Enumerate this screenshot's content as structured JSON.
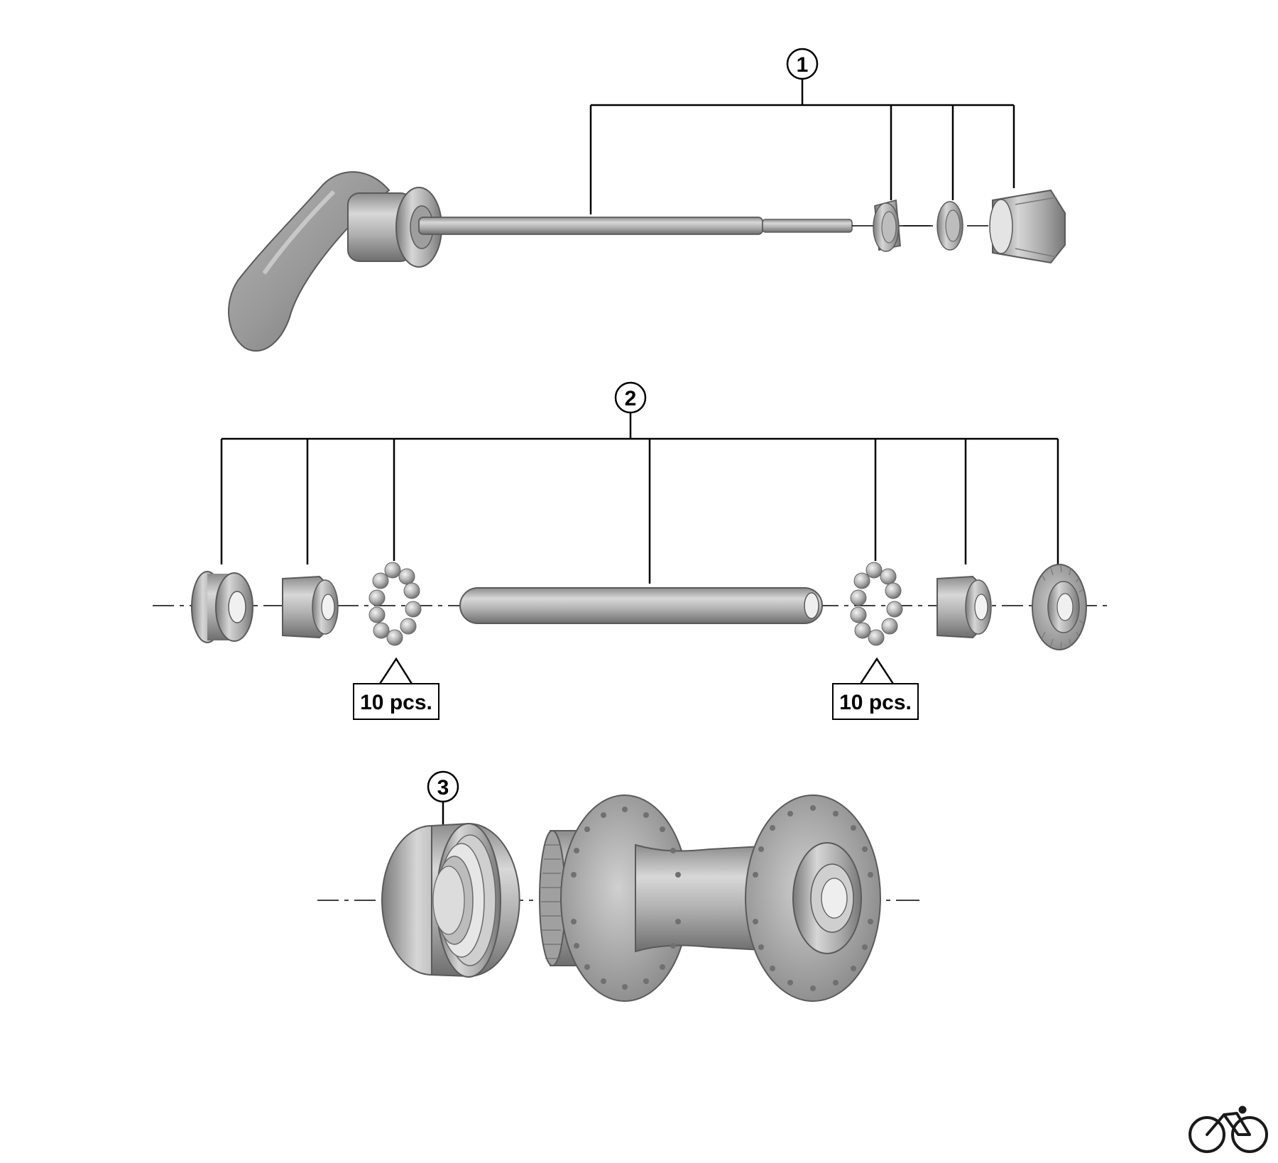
{
  "callouts": {
    "c1": "1",
    "c2": "2",
    "c3": "3"
  },
  "quantities": {
    "left_balls": "10 pcs.",
    "right_balls": "10 pcs."
  },
  "icons": {
    "part_quick_release": "quick-release-skewer-icon",
    "part_hub_axle": "hub-axle-icon",
    "part_dust_cap": "dust-cap-icon",
    "part_hub_body": "hub-body-icon",
    "logo": "bicycle-icon"
  },
  "colors": {
    "metal_light": "#d4d4d4",
    "metal_mid": "#a7a7a7",
    "metal_dark": "#6e6e6e",
    "line": "#000000"
  }
}
